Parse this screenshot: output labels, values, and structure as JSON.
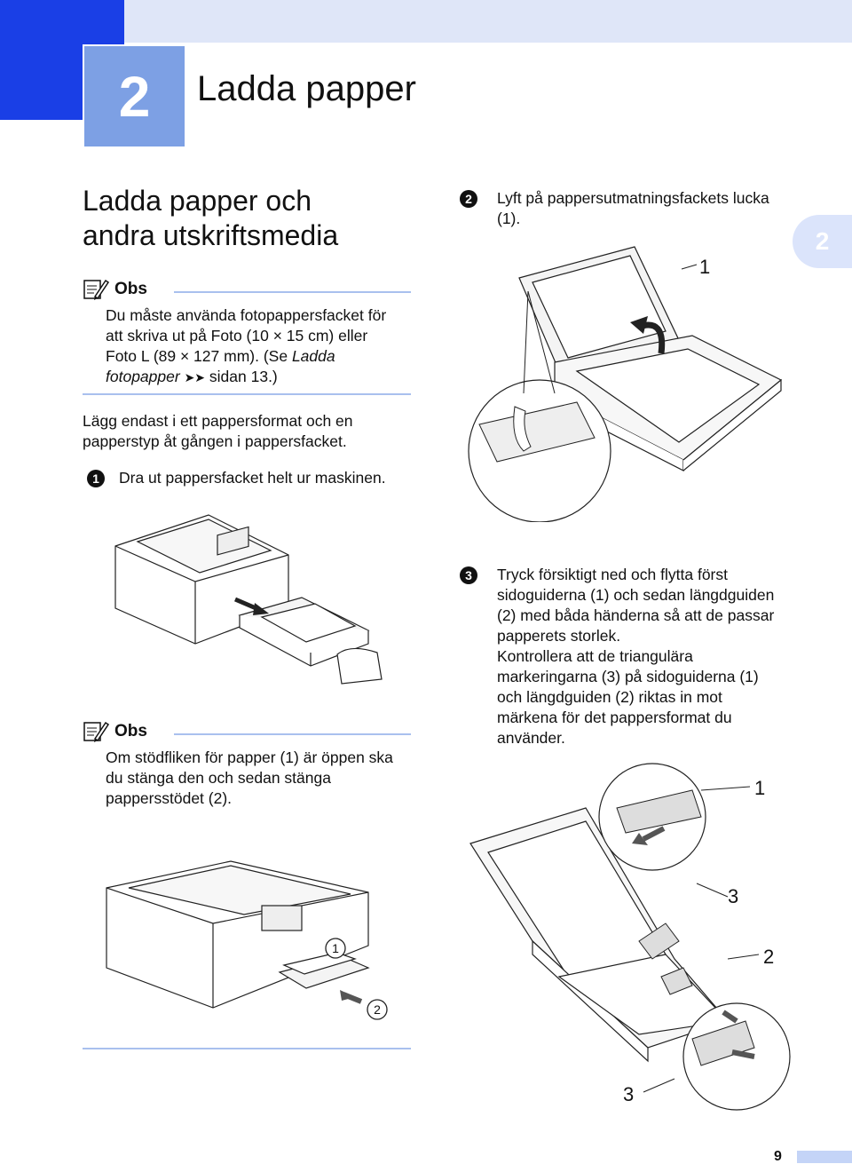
{
  "header": {
    "chapter_number": "2",
    "chapter_title": "Ladda papper",
    "side_tab": "2"
  },
  "section": {
    "title_line1": "Ladda papper och",
    "title_line2": "andra utskriftsmedia"
  },
  "note1": {
    "label": "Obs",
    "line1": "Du måste använda fotopappersfacket för",
    "line2": "att skriva ut på Foto (10 × 15 cm) eller",
    "line3": "Foto L (89 × 127 mm). (Se",
    "line3_italic": "Ladda",
    "line4_italic": "fotopapper",
    "line4_arrow": "➤➤",
    "line4_rest": "sidan 13.)"
  },
  "intro": {
    "line1": "Lägg endast i ett pappersformat och en",
    "line2": "papperstyp åt gången i pappersfacket."
  },
  "step1": {
    "num": "1",
    "text": "Dra ut pappersfacket helt ur maskinen."
  },
  "note2": {
    "label": "Obs",
    "line1": "Om stödfliken för papper (1) är öppen ska",
    "line2": "du stänga den och sedan stänga",
    "line3": "pappersstödet (2)."
  },
  "step2": {
    "num": "2",
    "line1": "Lyft på pappersutmatningsfackets lucka",
    "line2": "(1)."
  },
  "step3": {
    "num": "3",
    "lines": [
      "Tryck försiktigt ned och flytta först",
      "sidoguiderna (1) och sedan längdguiden",
      "(2) med båda händerna så att de passar",
      "papperets storlek.",
      "Kontrollera att de triangulära",
      "markeringarna (3) på sidoguiderna (1)",
      "och längdguiden (2) riktas in mot",
      "märkena för det pappersformat du",
      "använder."
    ]
  },
  "figures": {
    "fig_tray_lid_callout": "1",
    "fig_printer2_callout1": "1",
    "fig_printer2_callout2": "2",
    "fig_guides_callout1": "1",
    "fig_guides_callout3a": "3",
    "fig_guides_callout2": "2",
    "fig_guides_callout3b": "3"
  },
  "footer": {
    "page_number": "9"
  },
  "colors": {
    "accent_blue": "#1a3fe6",
    "chapter_box": "#7da0e4",
    "band": "#dfe6f8",
    "note_rule": "#a9c0ee"
  }
}
